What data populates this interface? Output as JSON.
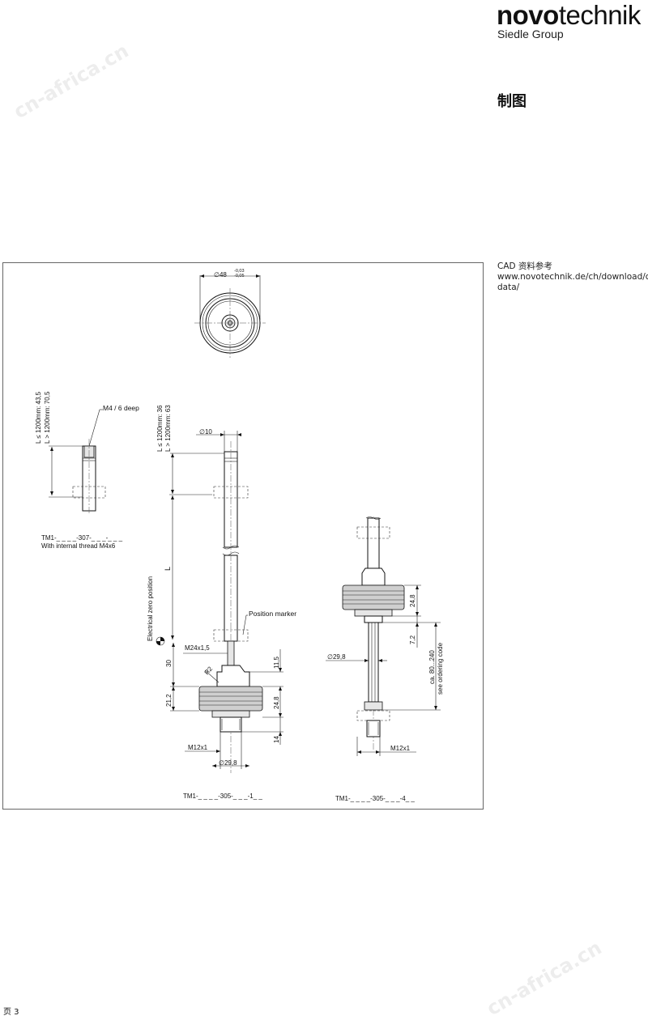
{
  "brand": {
    "name_bold": "novo",
    "name_light": "technik",
    "group": "Siedle Group"
  },
  "section_title": "制图",
  "cad_note": "CAD 资料参考 www.novotechnik.de/ch/download/cad-data/",
  "watermark": "cn-africa.cn",
  "page_label": "页 3",
  "drawing": {
    "top_view": {
      "dia": "∅48",
      "tol_upper": "-0,03",
      "tol_lower": "-0,05"
    },
    "variant_307": {
      "length_short": "L ≤ 1200mm: 43,5",
      "length_long": "L > 1200mm: 70,5",
      "thread_callout": "M4 / 6 deep",
      "code": "TM1-_ _ _ _-307-_ _ _-_ _ _",
      "desc": "With internal thread M4x6"
    },
    "variant_305_1": {
      "length_short": "L ≤ 1200mm: 36",
      "length_long": "L > 1200mm: 63",
      "rod_dia": "∅10",
      "length_label": "L",
      "zero_position": "Electrical zero position",
      "position_marker": "Position marker",
      "thread_top": "M24x1,5",
      "dim_30": "30",
      "dim_11_5": "11,5",
      "radius": "R2",
      "dim_21_2": "21,2",
      "dim_24_8": "24,8",
      "dim_14": "14",
      "thread_bottom": "M12x1",
      "dia_bottom": "∅29,8",
      "code": "TM1-_ _ _ _-305-_ _ _-1_ _"
    },
    "variant_305_4": {
      "dim_24_8": "24,8",
      "dim_7_2": "7,2",
      "range": "ca. 80...240",
      "ordering": "see ordering code",
      "dia": "∅29,8",
      "thread": "M12x1",
      "code": "TM1-_ _ _ _-305-_ _ _-4_ _"
    }
  }
}
